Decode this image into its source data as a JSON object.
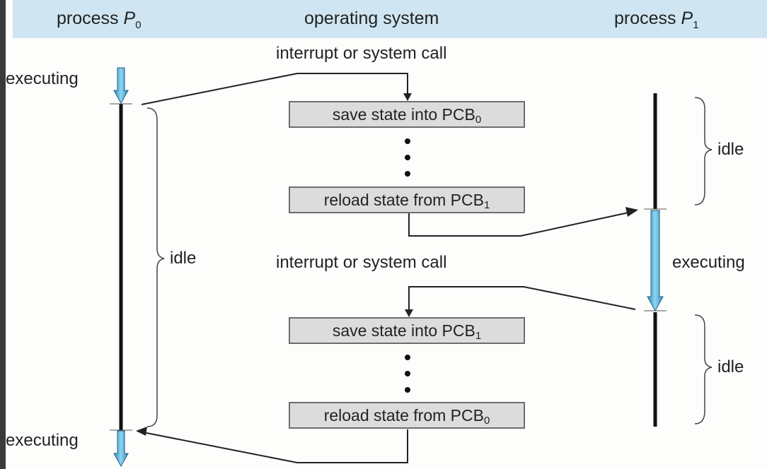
{
  "header": {
    "process_p0_word": "process",
    "process_p0_letter": "P",
    "process_p0_sub": "0",
    "operating_system": "operating system",
    "process_p1_word": "process",
    "process_p1_letter": "P",
    "process_p1_sub": "1"
  },
  "labels": {
    "interrupt_top": "interrupt or system call",
    "interrupt_middle": "interrupt or system call",
    "executing_p0_top": "executing",
    "executing_p0_bottom": "executing",
    "executing_p1": "executing",
    "idle_p0": "idle",
    "idle_p1_top": "idle",
    "idle_p1_bottom": "idle"
  },
  "boxes": [
    {
      "text": "save state into PCB",
      "sub": "0"
    },
    {
      "text": "reload state from PCB",
      "sub": "1"
    },
    {
      "text": "save state into PCB",
      "sub": "1"
    },
    {
      "text": "reload state from PCB",
      "sub": "0"
    }
  ],
  "colors": {
    "header_band": "#cfe6f2",
    "executing_arrow_fill": "#4fb3dc",
    "box_fill": "#dcdcdc"
  }
}
